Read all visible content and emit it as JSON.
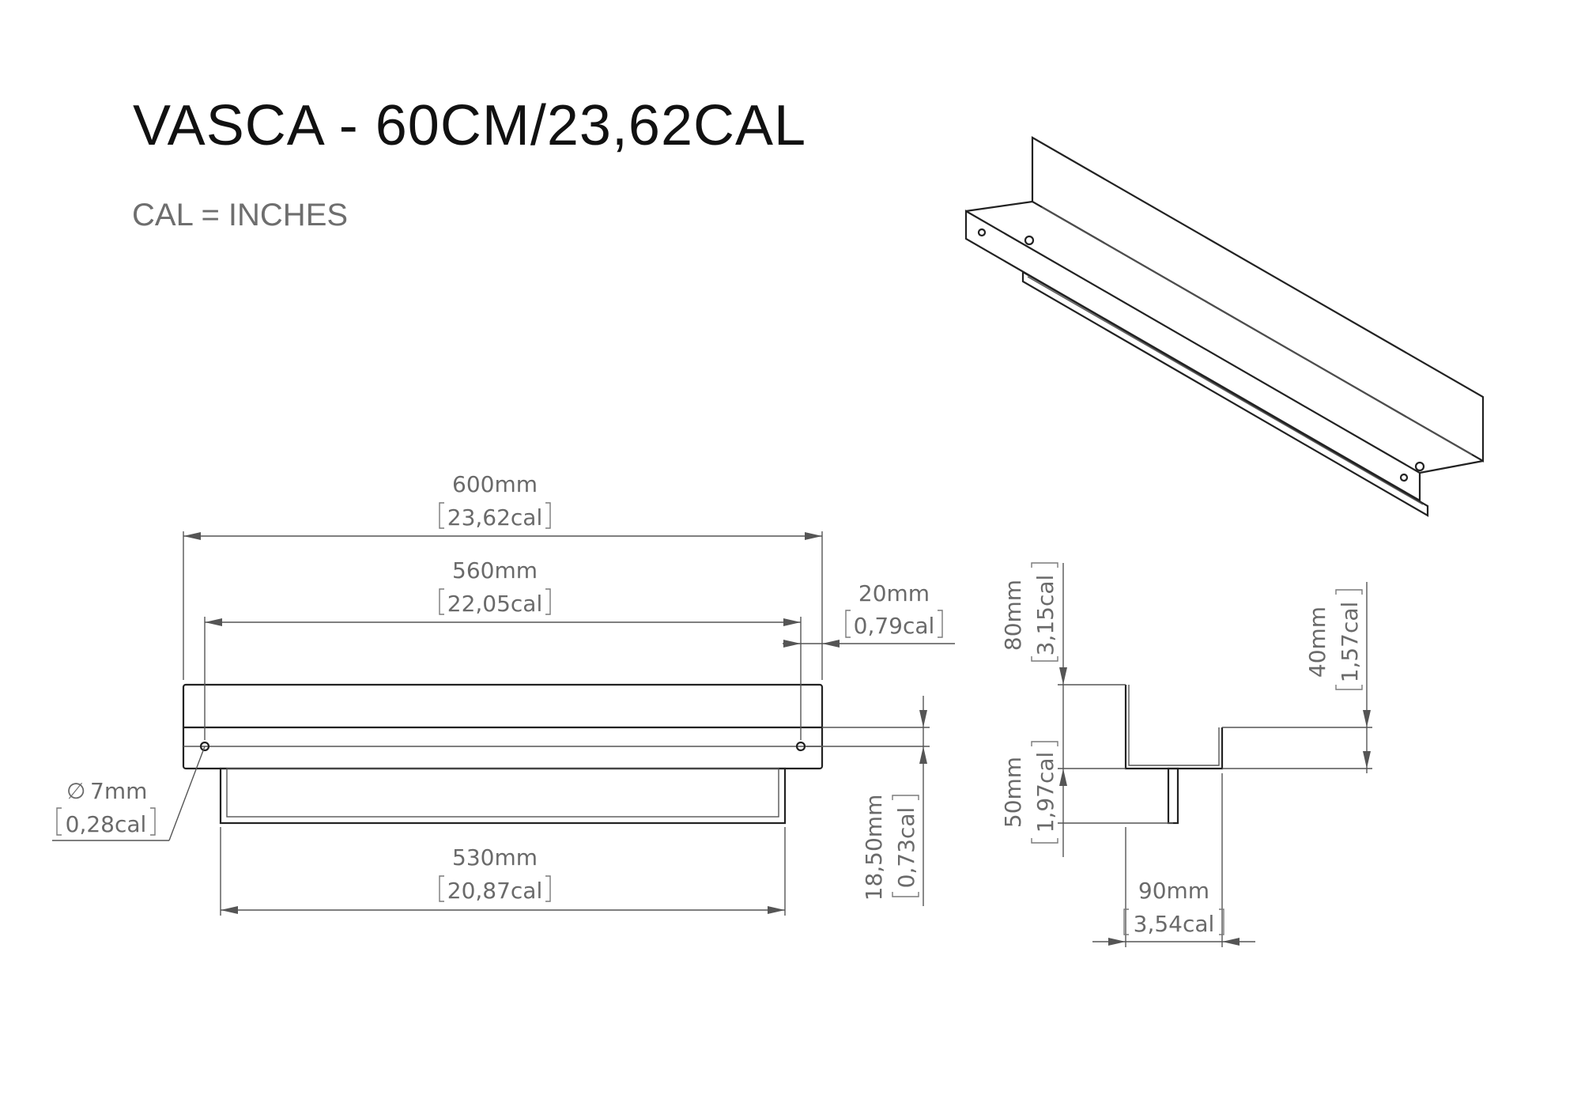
{
  "title": "VASCA - 60CM/23,62CAL",
  "subtitle": "CAL = INCHES",
  "dimensions": {
    "overall_length": {
      "mm": "600mm",
      "cal": "23,62cal"
    },
    "hole_spacing": {
      "mm": "560mm",
      "cal": "22,05cal"
    },
    "edge_offset": {
      "mm": "20mm",
      "cal": "0,79cal"
    },
    "hole_diameter": {
      "mm": "7mm",
      "cal": "0,28cal",
      "symbol": "∅"
    },
    "bottom_length": {
      "mm": "530mm",
      "cal": "20,87cal"
    },
    "hole_height": {
      "mm": "18,50mm",
      "cal": "0,73cal"
    },
    "back_height": {
      "mm": "80mm",
      "cal": "3,15cal"
    },
    "front_height": {
      "mm": "40mm",
      "cal": "1,57cal"
    },
    "lip_height": {
      "mm": "50mm",
      "cal": "1,97cal"
    },
    "depth": {
      "mm": "90mm",
      "cal": "3,54cal"
    }
  }
}
